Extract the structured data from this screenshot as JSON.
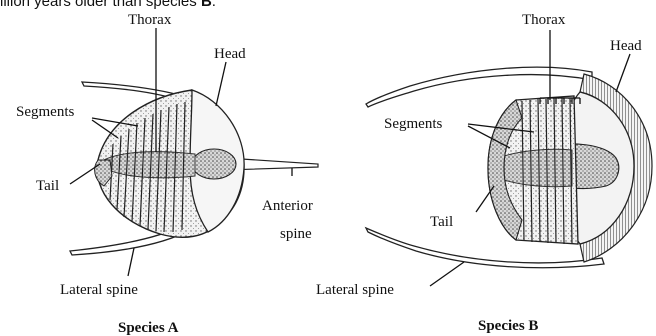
{
  "caption": {
    "text": "illion years older than species ",
    "bold": "B",
    "end": "."
  },
  "species_a": {
    "title": "Species A",
    "labels": {
      "thorax": "Thorax",
      "head": "Head",
      "segments": "Segments",
      "tail": "Tail",
      "anterior_line1": "Anterior",
      "anterior_line2": "spine",
      "lateral": "Lateral spine"
    }
  },
  "species_b": {
    "title": "Species B",
    "labels": {
      "thorax": "Thorax",
      "head": "Head",
      "segments": "Segments",
      "tail": "Tail",
      "lateral": "Lateral spine"
    }
  }
}
